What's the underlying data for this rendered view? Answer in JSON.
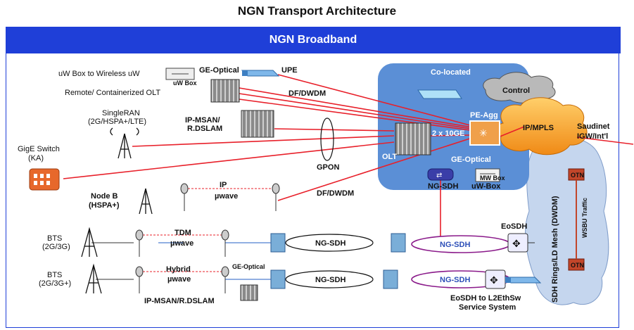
{
  "title": "NGN Transport Architecture",
  "band": "NGN Broadband",
  "labels": {
    "uw_box_wireless": "uW Box to Wireless uW",
    "uw_box_mini": "uW Box",
    "ge_optical_top": "GE-Optical",
    "upe": "UPE",
    "remote_olt": "Remote/ Containerized OLT",
    "df_dwdm_top": "DF/DWDM",
    "singleran_1": "SingleRAN",
    "singleran_2": "(2G/HSPA+/LTE)",
    "ipmsan_1": "IP-MSAN/",
    "ipmsan_2": "R.DSLAM",
    "gige_1": "GigE Switch",
    "gige_2": "(KA)",
    "gpon": "GPON",
    "nodeb_1": "Node B",
    "nodeb_2": "(HSPA+)",
    "ip": "IP",
    "uwave": "µwave",
    "df_dwdm_mid": "DF/DWDM",
    "colocated": "Co-located",
    "pe_agg": "PE-Agg",
    "two_10ge": "2 x 10GE",
    "olt": "OLT",
    "ge_optical_mid": "GE-Optical",
    "ng_sdh_dev": "NG-SDH",
    "uw_box_dev": "uW-Box",
    "mw_box": "MW Box",
    "control": "Control",
    "ip_mpls": "IP/MPLS",
    "saudinet_1": "Saudinet",
    "saudinet_2": "IGW/Int'l",
    "sdh_rings": "SDH Rings/LD Mesh (DWDM)",
    "otn_1": "OTN",
    "otn_2": "OTN",
    "wsbu": "WSBU Traffic",
    "bts1_1": "BTS",
    "bts1_2": "(2G/3G)",
    "tdm": "TDM",
    "tdm_uwave": "µwave",
    "ngsdh_ring1": "NG-SDH",
    "ngsdh_ring2": "NG-SDH",
    "eosdh": "EoSDH",
    "bts2_1": "BTS",
    "bts2_2": "(2G/3G+)",
    "hybrid": "Hybrid",
    "hybrid_uwave": "µwave",
    "ge_optical_bot": "GE-Optical",
    "ngsdh_ring3": "NG-SDH",
    "ngsdh_ring4": "NG-SDH",
    "ipmsan_bot": "IP-MSAN/R.DSLAM",
    "eosdh_l2_1": "EoSDH to L2EthSw",
    "eosdh_l2_2": "Service System"
  },
  "colors": {
    "band": "#1f3fd8",
    "red_link": "#e8202a",
    "purple_link": "#8a1a8a",
    "blue_link": "#4f7fd0",
    "colocated_bg": "#5b8fd6",
    "cloud_orange": "#f5a623",
    "sdh_cloud": "#c5d6ee"
  },
  "icons": [
    "switch-icon",
    "olt-chassis-icon",
    "tower-icon",
    "router-icon",
    "cloud-icon",
    "gige-switch-icon",
    "mw-box-icon"
  ]
}
